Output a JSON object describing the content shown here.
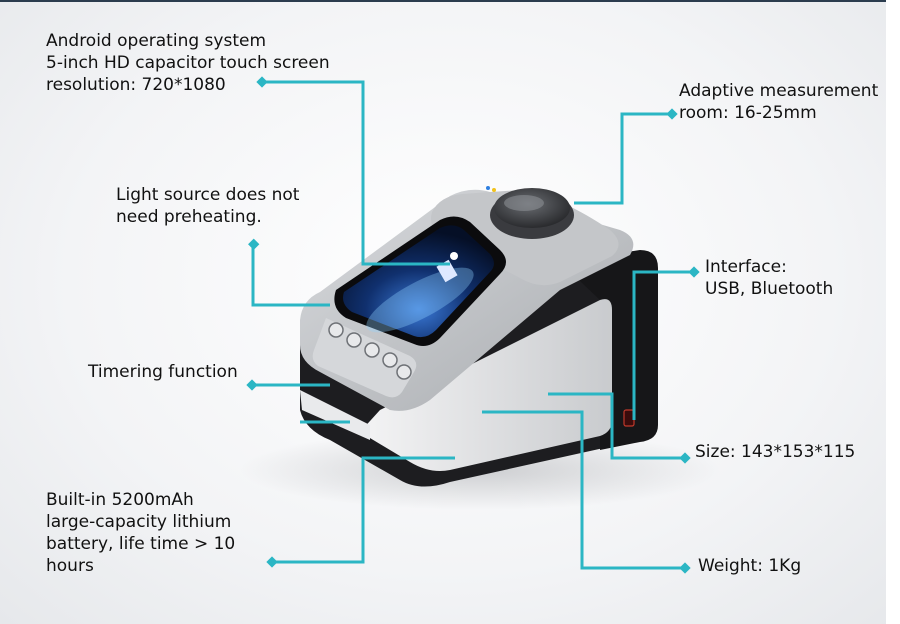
{
  "callouts": {
    "android": "Android operating system\n5-inch HD capacitor touch screen\nresolution: 720*1080",
    "light": "Light source does not\nneed preheating.",
    "timer": "Timering function",
    "battery": "Built-in 5200mAh\nlarge-capacity lithium\nbattery, life time > 10\nhours",
    "adaptive": "Adaptive measurement\nroom: 16-25mm",
    "interface": "Interface:\nUSB, Bluetooth",
    "size": "Size: 143*153*115",
    "weight": "Weight: 1Kg"
  },
  "colors": {
    "leader": "#2bb6c4",
    "body_dark": "#1c1c1e",
    "body_grey": "#b9bcc0",
    "screen_blue": "#0d2f6b"
  }
}
